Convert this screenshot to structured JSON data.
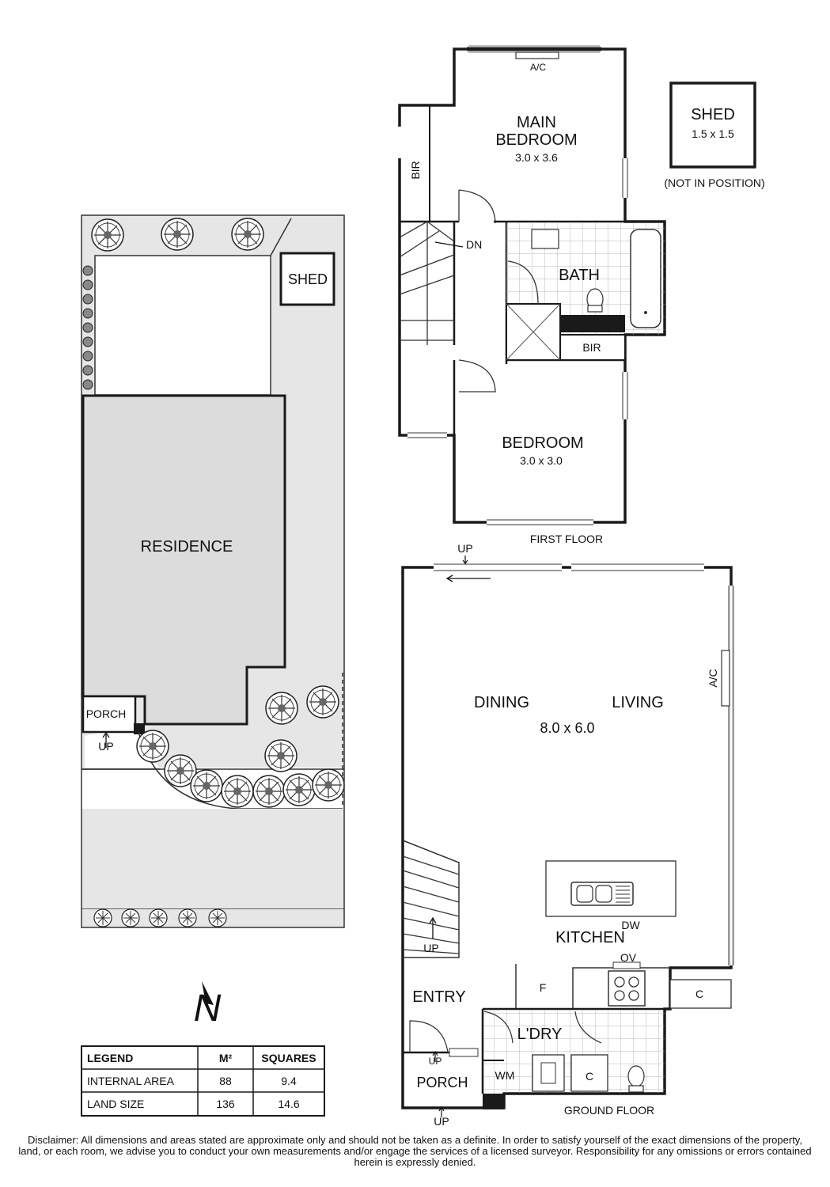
{
  "site_plan": {
    "shed": "SHED",
    "residence": "RESIDENCE",
    "porch": "PORCH",
    "up": "UP"
  },
  "first_floor": {
    "main_bedroom_line1": "MAIN",
    "main_bedroom_line2": "BEDROOM",
    "main_bedroom_dims": "3.0 x 3.6",
    "ac": "A/C",
    "bir_left": "BIR",
    "dn": "DN",
    "bath": "BATH",
    "bir_bath": "BIR",
    "bedroom": "BEDROOM",
    "bedroom_dims": "3.0 x 3.0",
    "floor_label": "FIRST FLOOR"
  },
  "shed_box": {
    "title": "SHED",
    "dims": "1.5 x 1.5",
    "note": "(NOT IN POSITION)"
  },
  "ground_floor": {
    "up_top": "UP",
    "dining": "DINING",
    "living": "LIVING",
    "dims": "8.0 x 6.0",
    "ac": "A/C",
    "dw": "DW",
    "kitchen": "KITCHEN",
    "ov": "OV",
    "up_stair": "UP",
    "entry": "ENTRY",
    "f": "F",
    "c_kitchen": "C",
    "laundry": "L'DRY",
    "wm": "WM",
    "c_laundry": "C",
    "up_porch_inner": "UP",
    "porch": "PORCH",
    "up_porch": "UP",
    "floor_label": "GROUND FLOOR"
  },
  "compass": {
    "north": "N"
  },
  "legend": {
    "headers": [
      "LEGEND",
      "M²",
      "SQUARES"
    ],
    "rows": [
      [
        "INTERNAL AREA",
        "88",
        "9.4"
      ],
      [
        "LAND SIZE",
        "136",
        "14.6"
      ]
    ]
  },
  "disclaimer": "Disclaimer: All dimensions and areas stated are approximate only and should not be taken as a definite. In order to satisfy yourself of the exact dimensions of the property, land, or each room, we advise you to conduct your own measurements and/or engage the services of a licensed surveyor. Responsibility for any omissions or errors contained herein is expressly denied.",
  "colors": {
    "wall": "#1a1a1a",
    "site_gray": "#e6e6e6",
    "residence_gray": "#dcdcdc",
    "tile": "#b8b8b8"
  }
}
